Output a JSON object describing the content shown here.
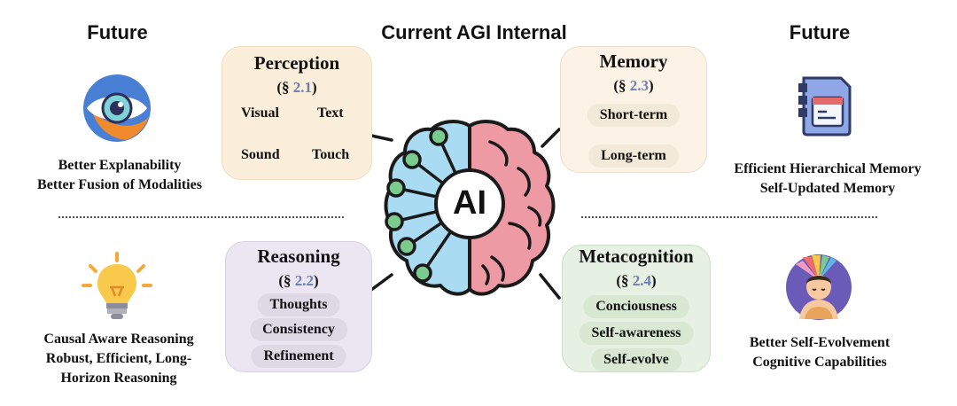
{
  "headers": {
    "left": "Future",
    "center": "Current AGI Internal",
    "right": "Future"
  },
  "center": {
    "ai_label": "AI"
  },
  "perception": {
    "title": "Perception",
    "section_prefix": "(§ ",
    "section_number": "2.1",
    "section_suffix": ")",
    "items": [
      "Visual",
      "Text",
      "Sound",
      "Touch"
    ]
  },
  "memory": {
    "title": "Memory",
    "section_prefix": "(§ ",
    "section_number": "2.3",
    "section_suffix": ")",
    "items": [
      "Short-term",
      "Long-term"
    ]
  },
  "reasoning": {
    "title": "Reasoning",
    "section_prefix": "(§ ",
    "section_number": "2.2",
    "section_suffix": ")",
    "items": [
      "Thoughts",
      "Consistency",
      "Refinement"
    ]
  },
  "metacognition": {
    "title": "Metacognition",
    "section_prefix": "(§ ",
    "section_number": "2.4",
    "section_suffix": ")",
    "items": [
      "Conciousness",
      "Self-awareness",
      "Self-evolve"
    ]
  },
  "future": {
    "perception": [
      "Better Explanability",
      "Better Fusion of Modalities"
    ],
    "memory": [
      "Efficient Hierarchical Memory",
      "Self-Updated Memory"
    ],
    "reasoning": [
      "Causal Aware Reasoning",
      "Robust, Efficient, Long-",
      "Horizon Reasoning"
    ],
    "metacognition": [
      "Better Self-Evolvement",
      "Cognitive Capabilities"
    ]
  },
  "icons": {
    "perception": "eye-icon",
    "memory": "memory-card-icon",
    "reasoning": "lightbulb-icon",
    "metacognition": "meditation-icon",
    "center": "brain-icon"
  },
  "colors": {
    "perception_bg": "#fbefdc",
    "memory_bg": "#fcf3e6",
    "reasoning_bg": "#ebe6f1",
    "metacognition_bg": "#e6f1e3",
    "brain_left": "#a9dcf2",
    "brain_right": "#ee9aa4",
    "node": "#7ccb8e",
    "section_number": "#6b7fb5"
  }
}
